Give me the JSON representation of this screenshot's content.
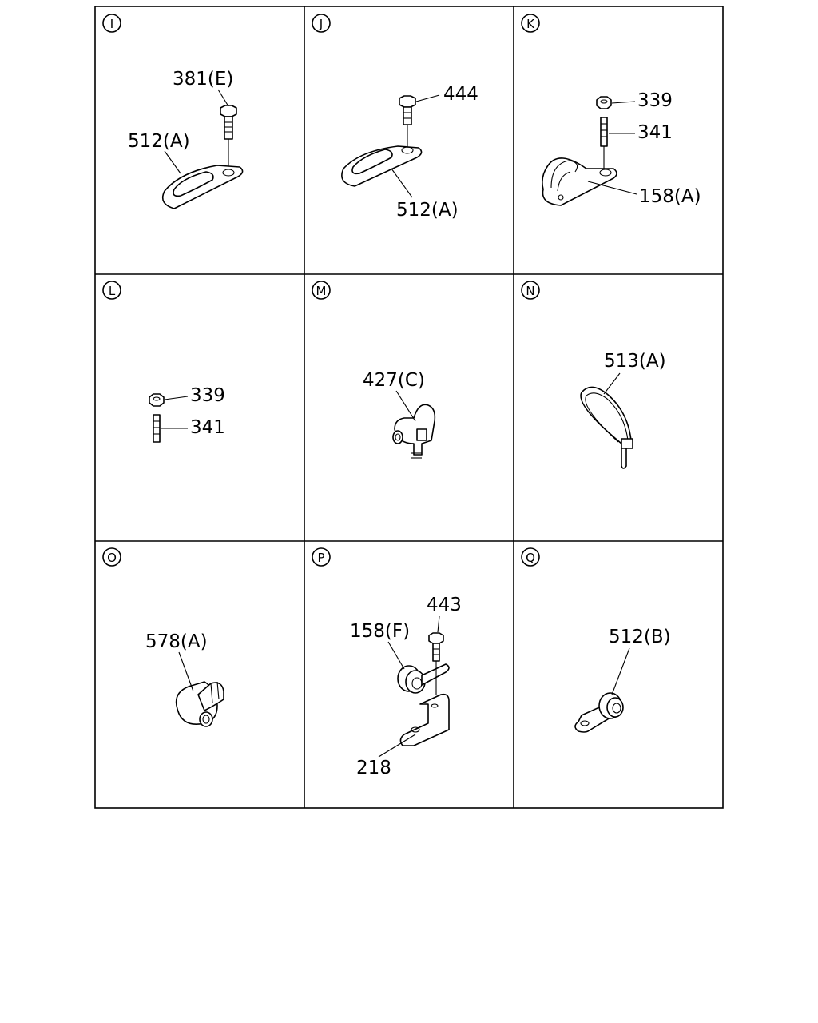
{
  "cells": [
    {
      "id": "I",
      "callouts": [
        "381(E)",
        "512(A)"
      ]
    },
    {
      "id": "J",
      "callouts": [
        "444",
        "512(A)"
      ]
    },
    {
      "id": "K",
      "callouts": [
        "339",
        "341",
        "158(A)"
      ]
    },
    {
      "id": "L",
      "callouts": [
        "339",
        "341"
      ]
    },
    {
      "id": "M",
      "callouts": [
        "427(C)"
      ]
    },
    {
      "id": "N",
      "callouts": [
        "513(A)"
      ]
    },
    {
      "id": "O",
      "callouts": [
        "578(A)"
      ]
    },
    {
      "id": "P",
      "callouts": [
        "443",
        "158(F)",
        "218"
      ]
    },
    {
      "id": "Q",
      "callouts": [
        "512(B)"
      ]
    }
  ]
}
